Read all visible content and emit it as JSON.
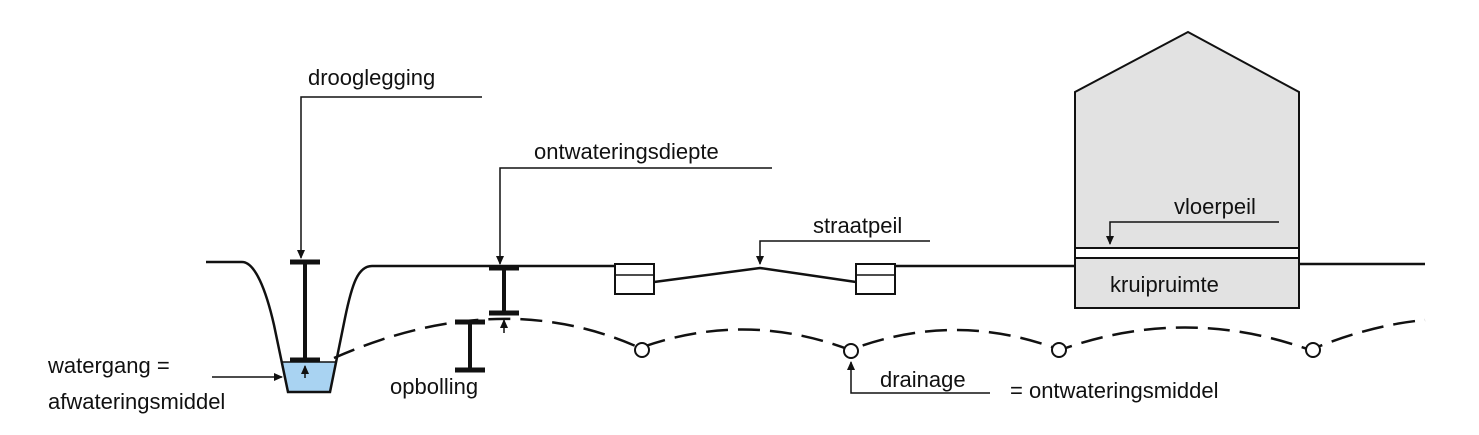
{
  "colors": {
    "line": "#111111",
    "house_fill": "#e2e2e2",
    "water_fill": "#a9d3f2",
    "background": "#ffffff"
  },
  "labels": {
    "drooglegging": "drooglegging",
    "ontwateringsdiepte": "ontwateringsdiepte",
    "straatpeil": "straatpeil",
    "vloerpeil": "vloerpeil",
    "kruipruimte": "kruipruimte",
    "watergang_line1": "watergang =",
    "watergang_line2": "afwateringsmiddel",
    "opbolling": "opbolling",
    "drainage": "drainage",
    "ontwateringsmiddel": "= ontwateringsmiddel"
  }
}
